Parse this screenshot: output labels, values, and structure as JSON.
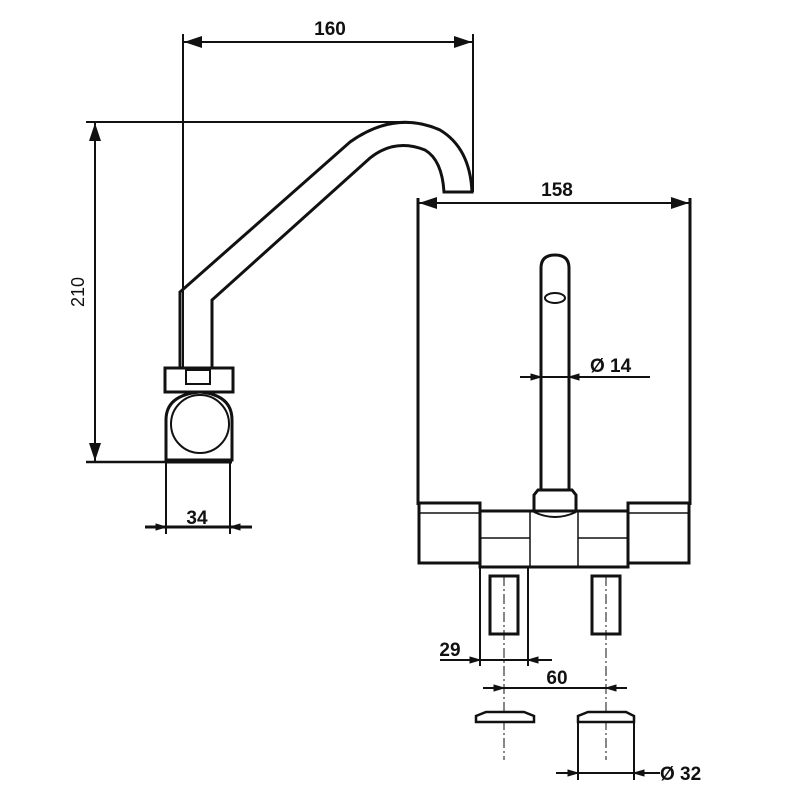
{
  "drawing": {
    "title": "Faucet technical drawing",
    "dimensions": {
      "spout_reach": "160",
      "height": "210",
      "base_width": "34",
      "front_width": "158",
      "spout_diameter": "Ø 14",
      "leg_width": "29",
      "leg_spacing": "60",
      "hole_diameter": "Ø 32"
    },
    "colors": {
      "line": "#111111",
      "background": "#ffffff"
    }
  }
}
